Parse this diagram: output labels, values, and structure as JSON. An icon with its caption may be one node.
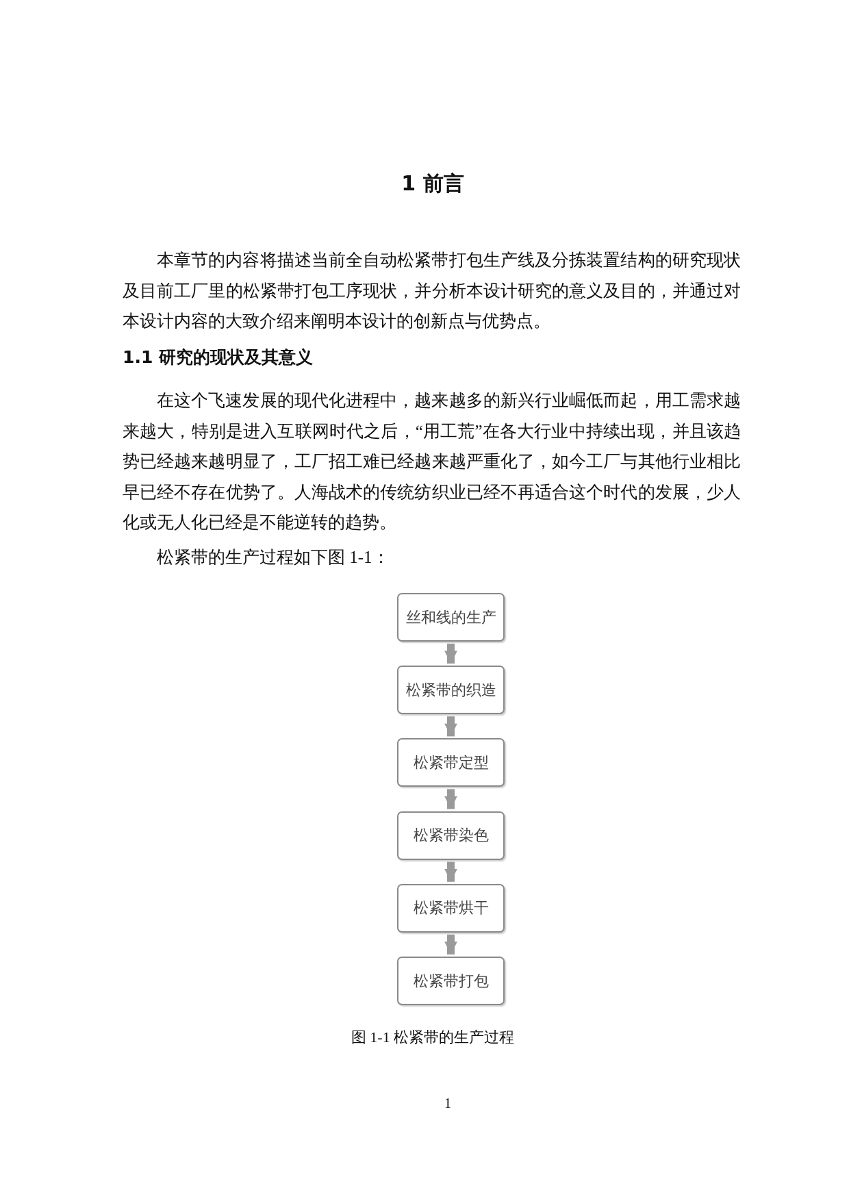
{
  "diagram": {
    "title": "1 前言",
    "caption": "图 1-1 松紧带的生产过程",
    "nodes": [
      {
        "text": [
          "丝和线的生产"
        ]
      },
      {
        "text": [
          "松紧带的织造"
        ]
      },
      {
        "text": [
          "松紧带定型"
        ]
      },
      {
        "text": [
          "松紧带染色"
        ]
      },
      {
        "text": [
          "松紧带烘干"
        ]
      },
      {
        "text": [
          "松紧带打包"
        ]
      }
    ],
    "edges": [
      {
        "from": 0,
        "to": 1,
        "arrow": "to"
      },
      {
        "from": 1,
        "to": 2,
        "arrow": "to"
      },
      {
        "from": 2,
        "to": 3,
        "arrow": "to"
      },
      {
        "from": 3,
        "to": 4,
        "arrow": "to"
      },
      {
        "from": 4,
        "to": 5,
        "arrow": "to"
      }
    ],
    "labels": [
      "本章节的内容将描述当前全自动松紧带打包生产线及分拣装置结构的研究现状及目前工厂里的松紧带打包工序现状，并分析本设计研究的意义及目的，并通过对本设计内容的大致介绍来阐明本设计的创新点与优势点。",
      "1.1 研究的现状及其意义",
      "在这个飞速发展的现代化进程中，越来越多的新兴行业崛低而起，用工需求越来越大，特别是进入互联网时代之后，“用工荒”在各大行业中持续出现，并且该趋势已经越来越明显了，工厂招工难已经越来越严重化了，如今工厂与其他行业相比早已经不存在优势了。人海战术的传统纺织业已经不再适合这个时代的发展，少人化或无人化已经是不能逆转的趋势。",
      "松紧带的生产过程如下图 1-1：",
      "1"
    ]
  }
}
